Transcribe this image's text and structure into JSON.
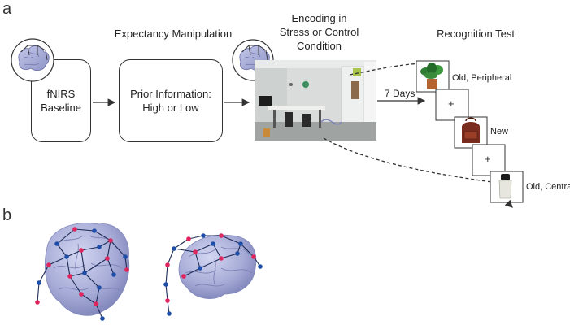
{
  "panels": {
    "a": "a",
    "b": "b"
  },
  "stages": {
    "expectancy_title": "Expectancy Manipulation",
    "encoding_title_lines": [
      "Encoding in",
      "Stress or Control",
      "Condition"
    ],
    "recognition_title": "Recognition Test"
  },
  "boxes": {
    "baseline_lines": [
      "fNIRS",
      "Baseline"
    ],
    "prior_info_lines": [
      "Prior Information:",
      "High or Low"
    ]
  },
  "delay_label": "7 Days",
  "recognition_cards": [
    {
      "label": "Old, Peripheral",
      "icon": "plant-icon"
    },
    {
      "label": "",
      "icon": "fixation-cross"
    },
    {
      "label": "New",
      "icon": "backpack-icon"
    },
    {
      "label": "",
      "icon": "fixation-cross"
    },
    {
      "label": "Old, Central",
      "icon": "bottle-icon"
    }
  ],
  "fixation_symbol": "+",
  "colors": {
    "line": "#333333",
    "brain": "#a9aed8",
    "optode_red": "#e0245e",
    "optode_blue": "#1f4ea8",
    "room_wall": "#d9dcda"
  }
}
